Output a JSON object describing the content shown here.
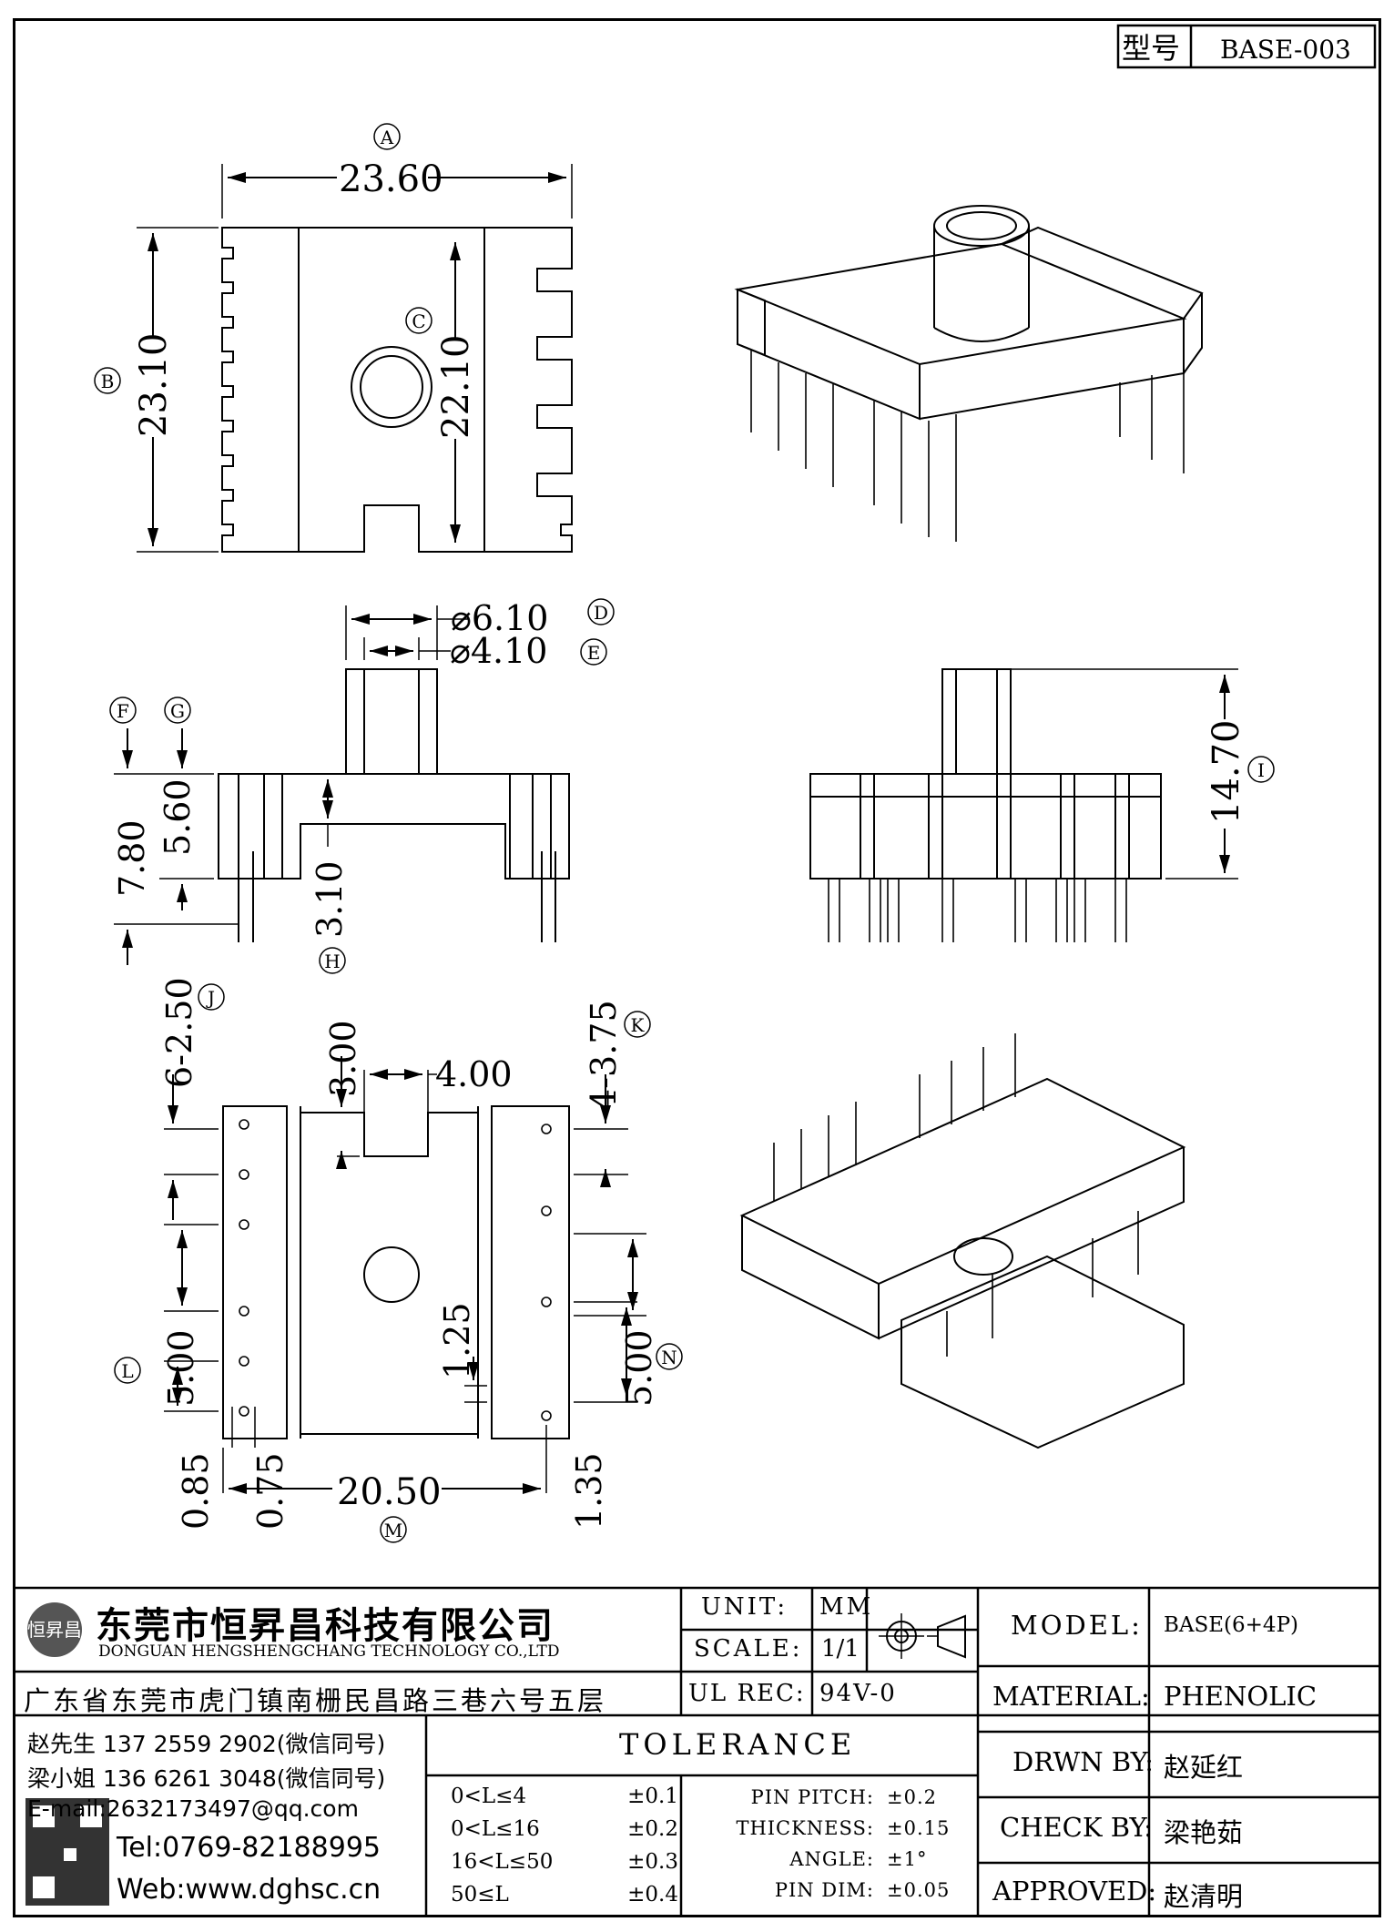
{
  "header": {
    "model_label": "型号",
    "model_value": "BASE-003"
  },
  "dims": {
    "A": {
      "circle": "A",
      "value": "23.60"
    },
    "B": {
      "circle": "B",
      "value": "23.10"
    },
    "C": {
      "circle": "C"
    },
    "D": {
      "circle": "D",
      "value": "⌀6.10"
    },
    "E": {
      "circle": "E",
      "value": "⌀4.10"
    },
    "F": {
      "circle": "F",
      "value": "7.80"
    },
    "G": {
      "circle": "G",
      "value": "5.60"
    },
    "H": {
      "circle": "H",
      "value": "3.10"
    },
    "I": {
      "circle": "I",
      "value": "14.70"
    },
    "J": {
      "circle": "J",
      "value": "6-2.50"
    },
    "K": {
      "circle": "K",
      "value": "4-3.75"
    },
    "L": {
      "circle": "L",
      "value": "5.00"
    },
    "M": {
      "circle": "M",
      "value": "20.50"
    },
    "N": {
      "circle": "N",
      "value": "5.00"
    },
    "inner_height": "22.10",
    "slot_depth": "3.00",
    "slot_width": "4.00",
    "offset_125": "1.25",
    "offset_085": "0.85",
    "offset_075": "0.75",
    "offset_135": "1.35"
  },
  "company": {
    "logo_text": "恒昇昌",
    "name_cn": "东莞市恒昇昌科技有限公司",
    "name_en": "DONGUAN HENGSHENGCHANG TECHNOLOGY CO.,LTD",
    "address": "广东省东莞市虎门镇南栅民昌路三巷六号五层",
    "contact1": "赵先生 137 2559 2902(微信同号)",
    "contact2": "梁小姐 136 6261 3048(微信同号)",
    "email": "E-mail:2632173497@qq.com",
    "tel": "Tel:0769-82188995",
    "web": "Web:www.dghsc.cn"
  },
  "specs": {
    "unit_label": "UNIT:",
    "unit_value": "MM",
    "scale_label": "SCALE:",
    "scale_value": "1/1",
    "ulrec_label": "UL REC:",
    "ulrec_value": "94V-0"
  },
  "tolerance": {
    "title": "TOLERANCE",
    "rows": [
      {
        "range": "0<L≤4",
        "tol": "±0.1"
      },
      {
        "range": "0<L≤16",
        "tol": "±0.2"
      },
      {
        "range": "16<L≤50",
        "tol": "±0.3"
      },
      {
        "range": "50≤L",
        "tol": "±0.4"
      }
    ],
    "extras": [
      {
        "label": "PIN PITCH:",
        "tol": "±0.2"
      },
      {
        "label": "THICKNESS:",
        "tol": "±0.15"
      },
      {
        "label": "ANGLE:",
        "tol": "±1°"
      },
      {
        "label": "PIN DIM:",
        "tol": "±0.05"
      }
    ]
  },
  "info": {
    "model_label": "MODEL:",
    "model_value": "BASE(6+4P)",
    "material_label": "MATERIAL:",
    "material_value": "PHENOLIC",
    "drwn_label": "DRWN BY:",
    "drwn_value": "赵延红",
    "check_label": "CHECK BY:",
    "check_value": "梁艳茹",
    "approved_label": "APPROVED:",
    "approved_value": "赵清明"
  }
}
